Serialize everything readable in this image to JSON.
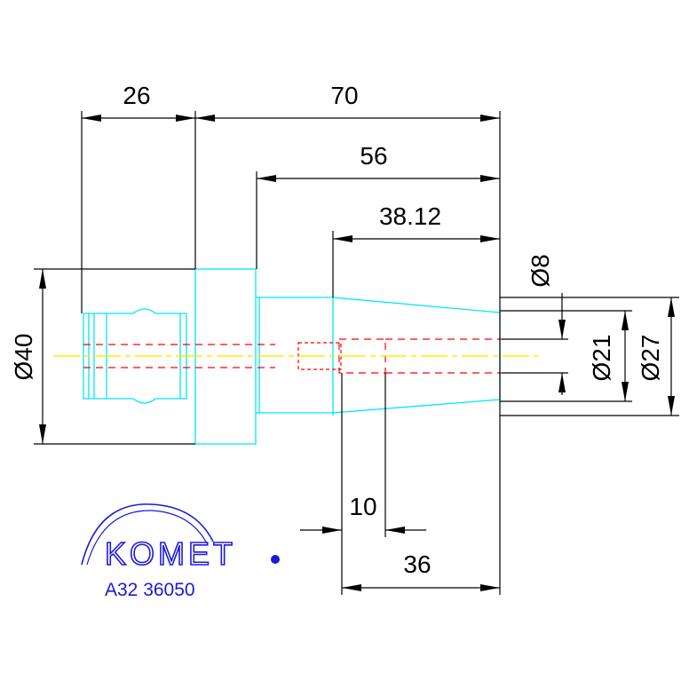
{
  "dimensions": {
    "d26": "26",
    "d70": "70",
    "d56": "56",
    "d38": "38.12",
    "d10": "10",
    "d36": "36",
    "dia40": "Ø40",
    "dia8": "Ø8",
    "dia21": "Ø21",
    "dia27": "Ø27"
  },
  "brand": {
    "logo_text": "KOMET",
    "part_number": "A32 36050"
  },
  "colors": {
    "part_outline": "#00e5ff",
    "hidden_lines": "#ff0000",
    "center_line": "#ffee00",
    "dimension": "#000000",
    "brand": "#1a1adc"
  }
}
